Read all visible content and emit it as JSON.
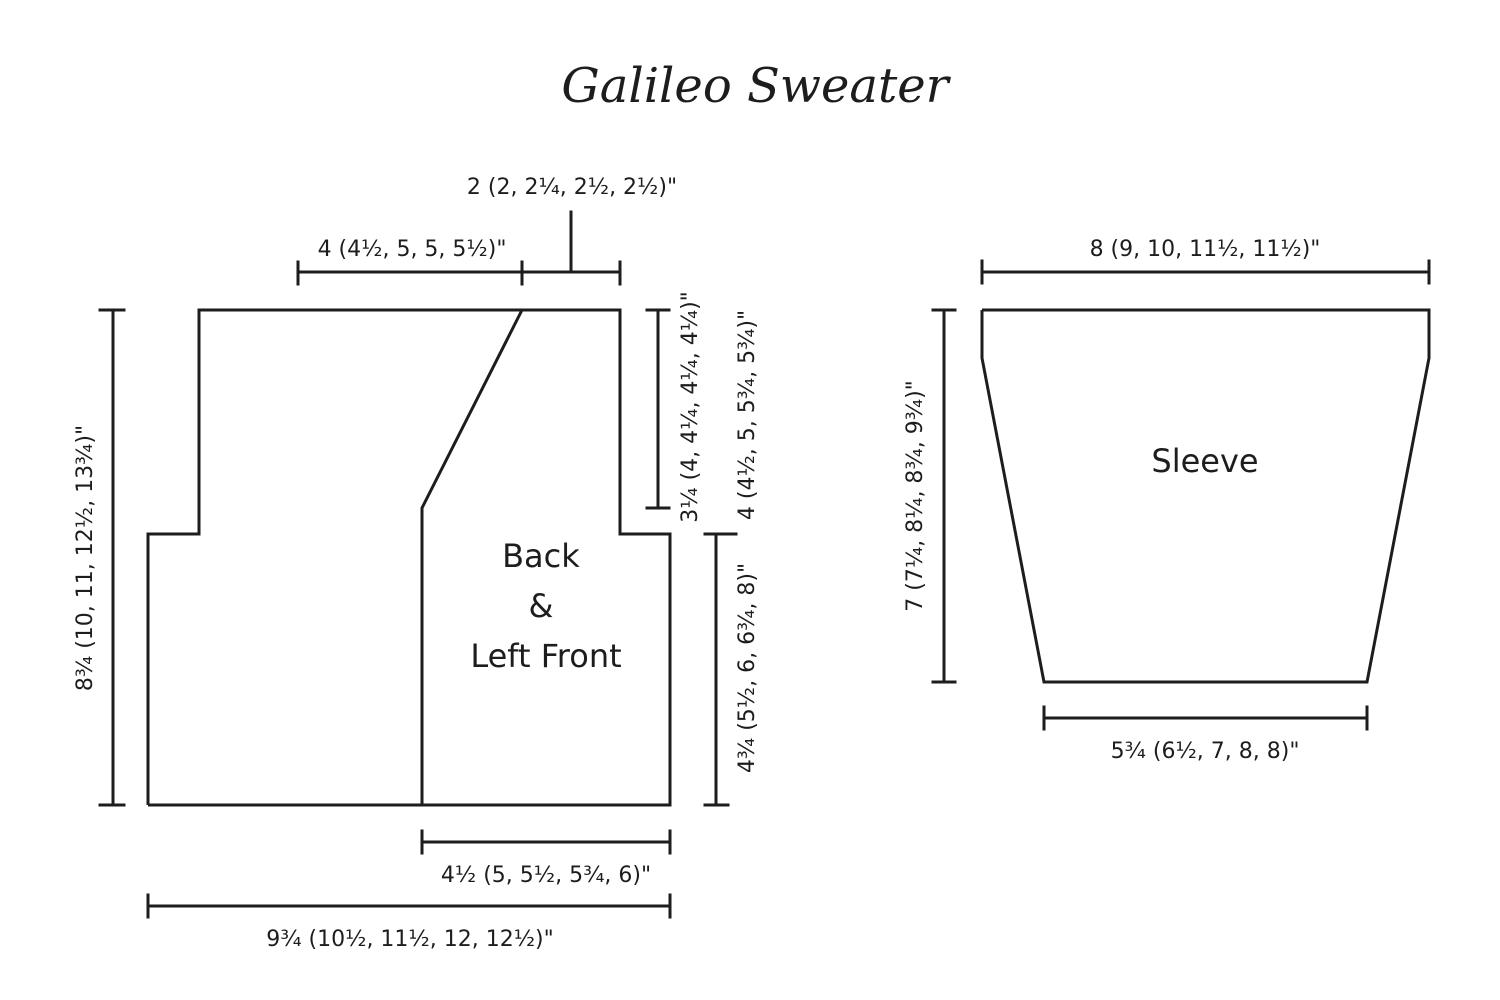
{
  "title": "Galileo Sweater",
  "pieces": {
    "back_left_front": {
      "label_lines": [
        "Back",
        "&",
        "Left Front"
      ],
      "dimensions": {
        "neck_width": "2 (2, 2¼, 2½, 2½)\"",
        "shoulder_width": "4 (4½, 5, 5, 5½)\"",
        "total_height": "8¾ (10, 11, 12½, 13¾)\"",
        "neck_depth": "3¼ (4, 4¼, 4¼, 4¼)\"",
        "armhole_depth": "4 (4½, 5, 5¾, 5¾)\"",
        "side_height": "4¾ (5½, 6, 6¾, 8)\"",
        "front_width": "4½ (5, 5½, 5¾, 6)\"",
        "total_width": "9¾ (10½, 11½, 12, 12½)\""
      }
    },
    "sleeve": {
      "label": "Sleeve",
      "dimensions": {
        "top_width": "8 (9, 10, 11½, 11½)\"",
        "length": "7 (7¼, 8¼, 8¾, 9¾)\"",
        "cuff_width": "5¾ (6½, 7, 8, 8)\""
      }
    }
  }
}
